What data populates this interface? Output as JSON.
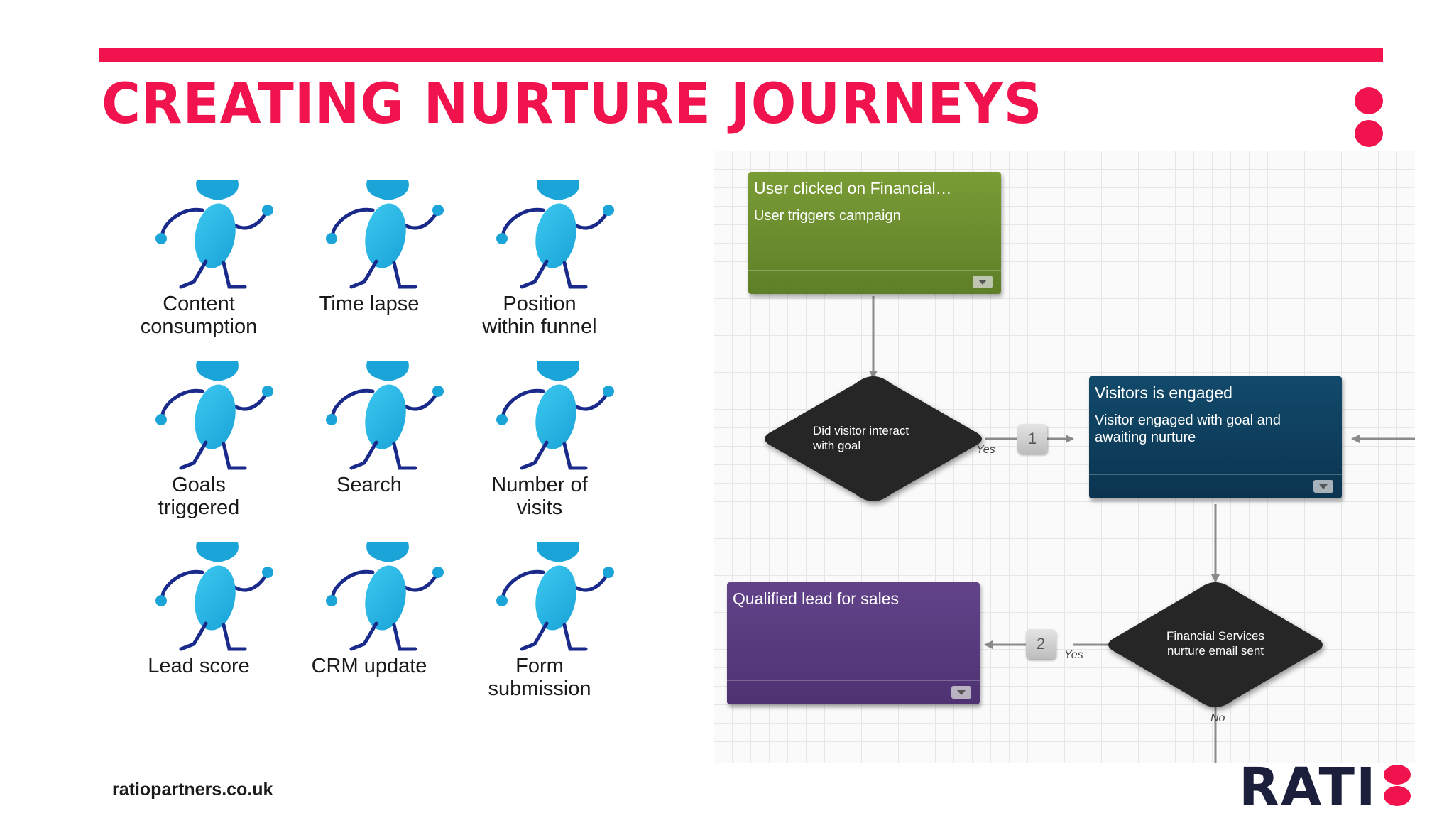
{
  "header": {
    "title": "CREATING NURTURE JOURNEYS"
  },
  "colors": {
    "accent": "#f0134d",
    "runner_body": "#1aa4d8",
    "runner_limbs": "#1a2a8a",
    "green_node": "#6b8c2e",
    "blue_node": "#0d3b57",
    "purple_node": "#5a3a7e",
    "diamond": "#2a2a2a"
  },
  "triggers": [
    {
      "label_line1": "Content",
      "label_line2": "consumption",
      "icon": "runner-icon"
    },
    {
      "label_line1": "Time lapse",
      "label_line2": "",
      "icon": "runner-icon"
    },
    {
      "label_line1": "Position",
      "label_line2": "within funnel",
      "icon": "runner-icon"
    },
    {
      "label_line1": "Goals",
      "label_line2": "triggered",
      "icon": "runner-icon"
    },
    {
      "label_line1": "Search",
      "label_line2": "",
      "icon": "runner-icon"
    },
    {
      "label_line1": "Number of",
      "label_line2": "visits",
      "icon": "runner-icon"
    },
    {
      "label_line1": "Lead score",
      "label_line2": "",
      "icon": "runner-icon"
    },
    {
      "label_line1": "CRM update",
      "label_line2": "",
      "icon": "runner-icon"
    },
    {
      "label_line1": "Form",
      "label_line2": "submission",
      "icon": "runner-icon"
    }
  ],
  "flow": {
    "start_node": {
      "title": "User clicked on Financial…",
      "subtitle": "User triggers campaign"
    },
    "decision_1": {
      "line1": "Did visitor interact",
      "line2": "with goal"
    },
    "badge_1": "1",
    "yes_1": "Yes",
    "engaged_node": {
      "title": "Visitors is engaged",
      "subtitle_line1": "Visitor engaged with goal and",
      "subtitle_line2": "awaiting nurture"
    },
    "decision_2": {
      "line1": "Financial Services",
      "line2": "nurture email sent"
    },
    "badge_2": "2",
    "yes_2": "Yes",
    "no_2": "No",
    "qualified_node": {
      "title": "Qualified lead for sales"
    }
  },
  "footer": {
    "url": "ratiopartners.co.uk",
    "logo_text": "RATI"
  }
}
